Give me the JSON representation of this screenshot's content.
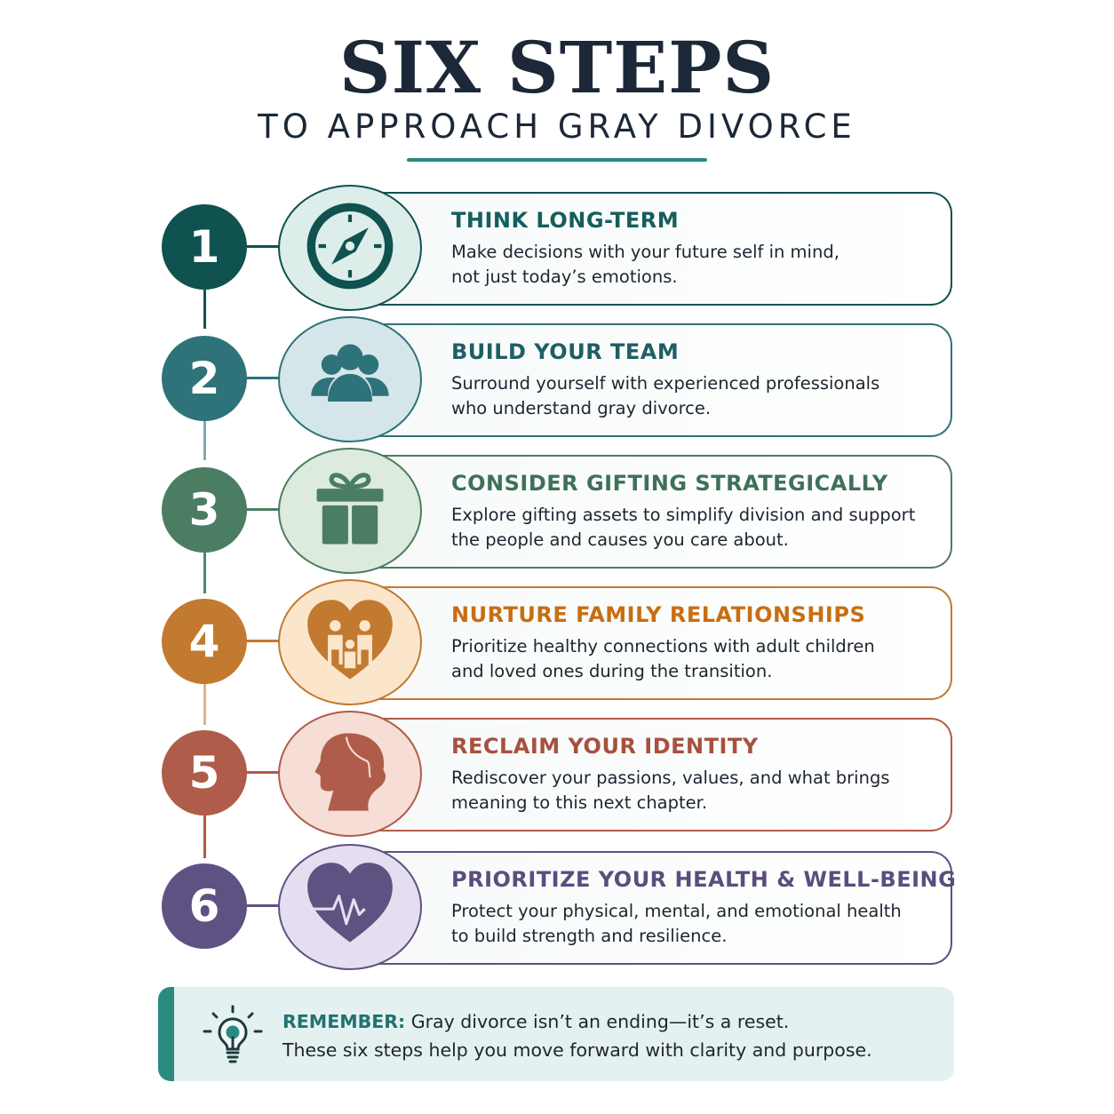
{
  "header": {
    "title": "SIX STEPS",
    "subtitle": "TO APPROACH GRAY DIVORCE"
  },
  "steps": [
    {
      "number": "1",
      "title": "THINK LONG-TERM",
      "line1": "Make decisions with your future self in mind,",
      "line2": "not just today’s emotions.",
      "icon": "compass-icon",
      "color": "#0f5250",
      "title_color": "#155e5e",
      "bg": "#dcedea"
    },
    {
      "number": "2",
      "title": "BUILD YOUR TEAM",
      "line1": "Surround yourself with experienced professionals",
      "line2": "who understand gray divorce.",
      "icon": "team-icon",
      "color": "#2e737a",
      "title_color": "#1f5e64",
      "bg": "#d5e6ea"
    },
    {
      "number": "3",
      "title": "CONSIDER GIFTING STRATEGICALLY",
      "line1": "Explore gifting assets to simplify division and support",
      "line2": "the people and causes you care about.",
      "icon": "gift-icon",
      "color": "#4b7d62",
      "title_color": "#3f7058",
      "bg": "#dcebdd"
    },
    {
      "number": "4",
      "title": "NURTURE FAMILY RELATIONSHIPS",
      "line1": "Prioritize healthy connections with adult children",
      "line2": "and loved ones during the transition.",
      "icon": "family-heart-icon",
      "color": "#c27a30",
      "title_color": "#c86e12",
      "bg": "#fbe6cc"
    },
    {
      "number": "5",
      "title": "RECLAIM YOUR IDENTITY",
      "line1": "Rediscover your passions, values, and what brings",
      "line2": "meaning to this next chapter.",
      "icon": "head-profile-icon",
      "color": "#b05c4a",
      "title_color": "#a8503f",
      "bg": "#f6ddd6"
    },
    {
      "number": "6",
      "title": "PRIORITIZE YOUR HEALTH & WELL-BEING",
      "line1": "Protect your physical, mental, and emotional health",
      "line2": "to build strength and resilience.",
      "icon": "heartbeat-icon",
      "color": "#5e5282",
      "title_color": "#5b4d7e",
      "bg": "#e5def0"
    }
  ],
  "remember": {
    "label": "REMEMBER:",
    "line1": " Gray divorce isn’t an ending—it’s a reset.",
    "line2": "These six steps help you move forward with clarity and purpose.",
    "icon": "lightbulb-icon"
  }
}
